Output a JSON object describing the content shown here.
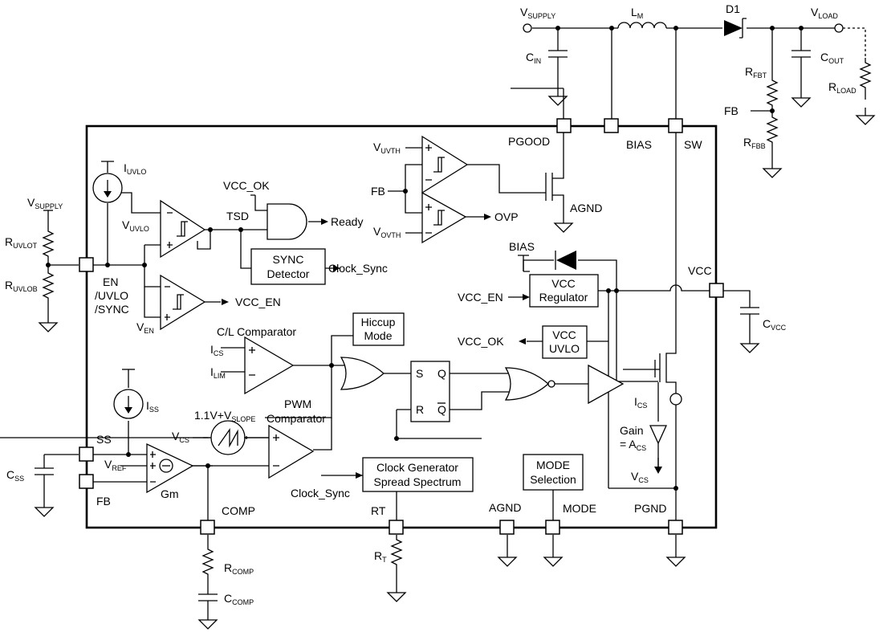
{
  "external": {
    "vsupply": "V",
    "vsupply_sub": "SUPPLY",
    "lm": "L",
    "lm_sub": "M",
    "d1": "D1",
    "vload": "V",
    "vload_sub": "LOAD",
    "cin": "C",
    "cin_sub": "IN",
    "cout": "C",
    "cout_sub": "OUT",
    "rfbt": "R",
    "rfbt_sub": "FBT",
    "rfbb": "R",
    "rfbb_sub": "FBB",
    "rload": "R",
    "rload_sub": "LOAD",
    "fb": "FB",
    "vsupply_left": "V",
    "vsupply_left_sub": "SUPPLY",
    "ruvlot": "R",
    "ruvlot_sub": "UVLOT",
    "ruvlob": "R",
    "ruvlob_sub": "UVLOB",
    "css": "C",
    "css_sub": "SS",
    "rcomp": "R",
    "rcomp_sub": "COMP",
    "ccomp": "C",
    "ccomp_sub": "COMP",
    "rt_res": "R",
    "rt_res_sub": "T",
    "cvcc": "C",
    "cvcc_sub": "VCC"
  },
  "pins": {
    "pgood": "PGOOD",
    "bias": "BIAS",
    "sw": "SW",
    "vcc": "VCC",
    "en_line1": "EN",
    "en_line2": "/UVLO",
    "en_line3": "/SYNC",
    "ss": "SS",
    "fb": "FB",
    "comp": "COMP",
    "rt": "RT",
    "agnd": "AGND",
    "mode": "MODE",
    "pgnd": "PGND"
  },
  "blocks": {
    "iuvlo": "I",
    "iuvlo_sub": "UVLO",
    "vuvlo": "V",
    "vuvlo_sub": "UVLO",
    "ven": "V",
    "ven_sub": "EN",
    "vcc_ok_in": "VCC_OK",
    "tsd": "TSD",
    "ready": "Ready",
    "sync_line1": "SYNC",
    "sync_line2": "Detector",
    "clock_sync_out": "Clock_Sync",
    "vcc_en_out": "VCC_EN",
    "vuvth": "V",
    "vuvth_sub": "UVTH",
    "fb_comp": "FB",
    "vovth": "V",
    "vovth_sub": "OVTH",
    "ovp": "OVP",
    "agnd_internal": "AGND",
    "bias_internal": "BIAS",
    "vccreg_line1": "VCC",
    "vccreg_line2": "Regulator",
    "vcc_en_in": "VCC_EN",
    "vccuvlo_line1": "VCC",
    "vccuvlo_line2": "UVLO",
    "vcc_ok_out": "VCC_OK",
    "hiccup_line1": "Hiccup",
    "hiccup_line2": "Mode",
    "cl_comp": "C/L Comparator",
    "ics_in": "I",
    "ics_in_sub": "CS",
    "ilim": "I",
    "ilim_sub": "LIM",
    "iss": "I",
    "iss_sub": "SS",
    "vslope_pre": "1.1V+V",
    "vslope_sub": "SLOPE",
    "pwm_line1": "PWM",
    "pwm_line2": "Comparator",
    "vcs_in": "V",
    "vcs_in_sub": "CS",
    "vref": "V",
    "vref_sub": "REF",
    "gm": "Gm",
    "s": "S",
    "q": "Q",
    "r": "R",
    "qbar": "Q",
    "clkgen_line1": "Clock Generator",
    "clkgen_line2": "Spread Spectrum",
    "clock_sync_in": "Clock_Sync",
    "mode_line1": "MODE",
    "mode_line2": "Selection",
    "ics_sense": "I",
    "ics_sense_sub": "CS",
    "gain_line1": "Gain",
    "gain_line2": "= A",
    "gain_sub": "CS",
    "vcs_out": "V",
    "vcs_out_sub": "CS"
  }
}
